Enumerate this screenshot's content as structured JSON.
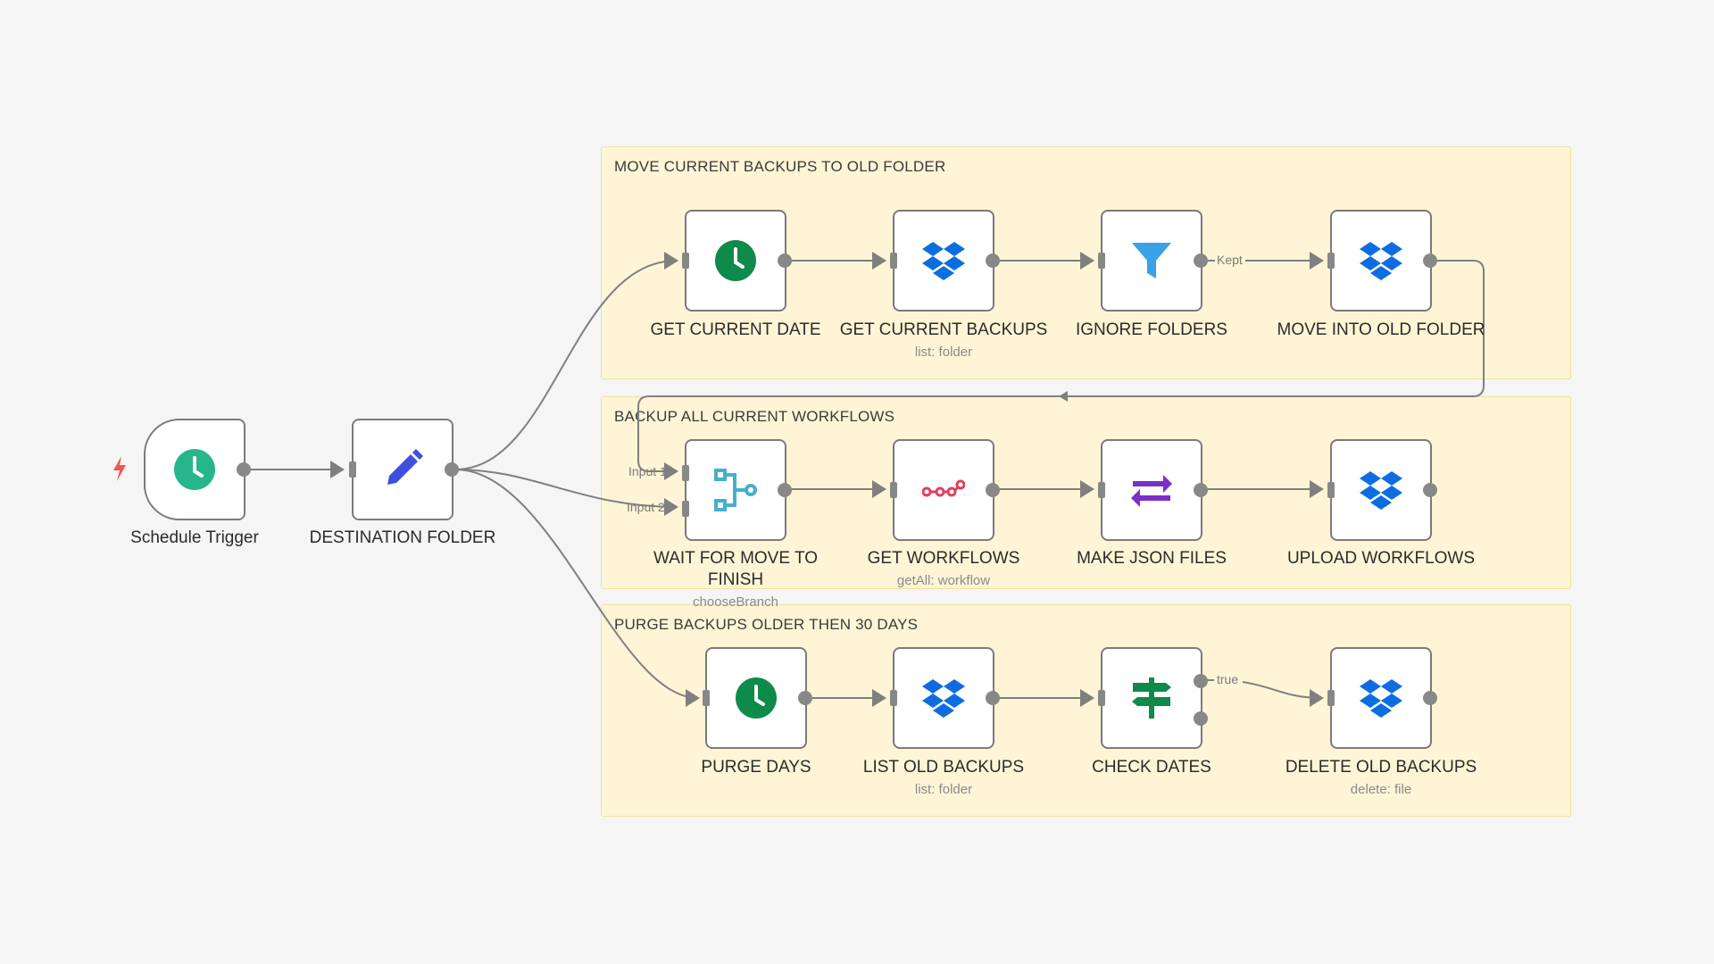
{
  "groups": {
    "move": {
      "title": "MOVE CURRENT BACKUPS TO OLD FOLDER"
    },
    "backup": {
      "title": "BACKUP ALL CURRENT WORKFLOWS"
    },
    "purge": {
      "title": "PURGE BACKUPS OLDER THEN 30 DAYS"
    }
  },
  "nodes": {
    "schedule_trigger": {
      "label": "Schedule Trigger",
      "icon": "clock-icon",
      "color": "#27b58a"
    },
    "destination_folder": {
      "label": "DESTINATION FOLDER",
      "icon": "pencil-icon",
      "color": "#3f4fe0"
    },
    "get_current_date": {
      "label": "GET CURRENT DATE",
      "icon": "clock-icon",
      "color": "#0e8a4a"
    },
    "get_current_backups": {
      "label": "GET CURRENT BACKUPS",
      "subtitle": "list: folder",
      "icon": "dropbox-icon",
      "color": "#0d6de0"
    },
    "ignore_folders": {
      "label": "IGNORE FOLDERS",
      "icon": "filter-icon",
      "color": "#3aa0e8"
    },
    "move_into_old_folder": {
      "label": "MOVE INTO OLD FOLDER",
      "icon": "dropbox-icon",
      "color": "#0d6de0"
    },
    "wait_for_move": {
      "label_line1": "WAIT FOR MOVE TO",
      "label_line2": "FINISH",
      "subtitle": "chooseBranch",
      "icon": "merge-icon",
      "color": "#45b0c8"
    },
    "get_workflows": {
      "label": "GET WORKFLOWS",
      "subtitle": "getAll: workflow",
      "icon": "n8n-icon",
      "color": "#e0405f"
    },
    "make_json_files": {
      "label": "MAKE JSON FILES",
      "icon": "convert-arrows-icon",
      "color": "#7a2fc8"
    },
    "upload_workflows": {
      "label": "UPLOAD WORKFLOWS",
      "icon": "dropbox-icon",
      "color": "#0d6de0"
    },
    "purge_days": {
      "label": "PURGE DAYS",
      "icon": "clock-icon",
      "color": "#0e8a4a"
    },
    "list_old_backups": {
      "label": "LIST OLD BACKUPS",
      "subtitle": "list: folder",
      "icon": "dropbox-icon",
      "color": "#0d6de0"
    },
    "check_dates": {
      "label": "CHECK DATES",
      "icon": "signpost-icon",
      "color": "#0e8a4a"
    },
    "delete_old_backups": {
      "label": "DELETE OLD BACKUPS",
      "subtitle": "delete: file",
      "icon": "dropbox-icon",
      "color": "#0d6de0"
    }
  },
  "edge_labels": {
    "kept": "Kept",
    "true": "true",
    "input1": "Input 1",
    "input2": "Input 2"
  },
  "colors": {
    "wire": "#7f7f7f",
    "group_bg": "#fff5d6",
    "trigger_bolt": "#f0564a"
  }
}
